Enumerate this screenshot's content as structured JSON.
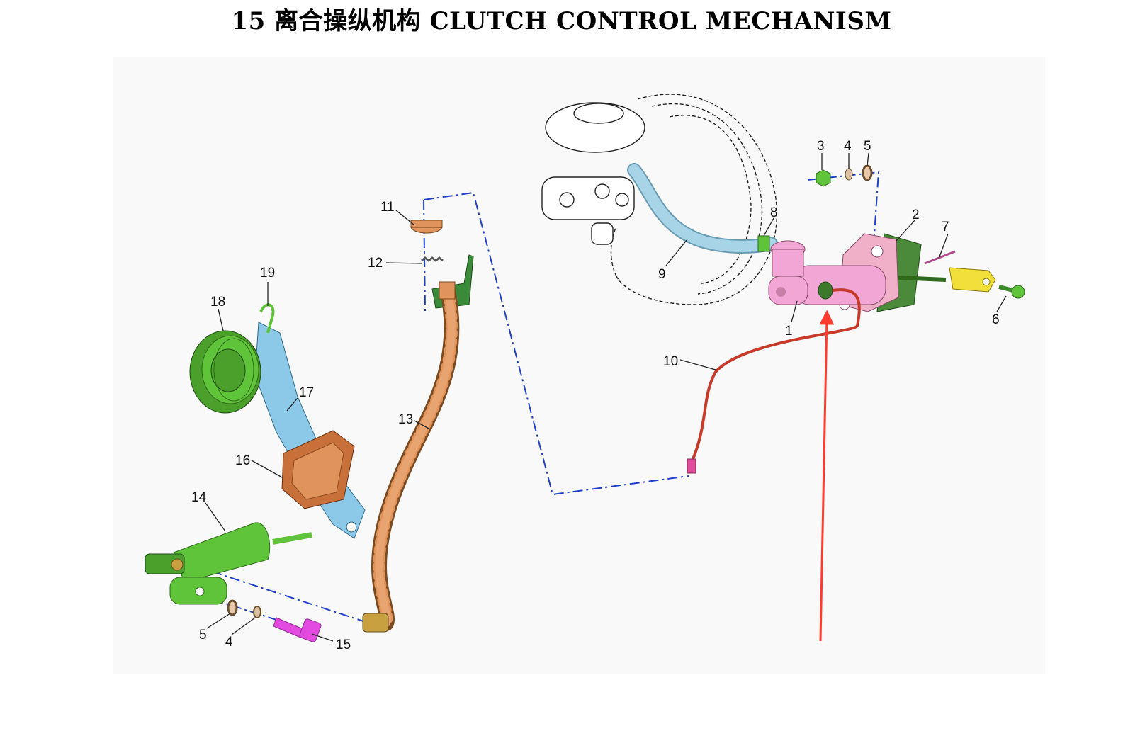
{
  "title": "15  离合操纵机构  CLUTCH CONTROL MECHANISM",
  "callouts": {
    "p1": "1",
    "p2": "2",
    "p3": "3",
    "p4a": "4",
    "p5a": "5",
    "p6": "6",
    "p7": "7",
    "p8": "8",
    "p9": "9",
    "p10": "10",
    "p11": "11",
    "p12": "12",
    "p13": "13",
    "p14": "14",
    "p15": "15",
    "p16": "16",
    "p17": "17",
    "p18": "18",
    "p19": "19",
    "p4b": "4",
    "p5b": "5"
  },
  "colors": {
    "master_cylinder": "#f2a6d6",
    "bracket": "#f0b0c8",
    "gasket": "#4a8a3a",
    "clevis": "#f2e03a",
    "green_parts": "#5fc43a",
    "blue_hose": "#a8d4e8",
    "brake_line": "#c83a2a",
    "flex_hose": "#e0935a",
    "fork": "#8cc8e8",
    "boot": "#c8703a",
    "bolt_15": "#e24ae0",
    "assembly_line": "#1f3fc8",
    "pointer_arrow": "#ff3b30"
  }
}
